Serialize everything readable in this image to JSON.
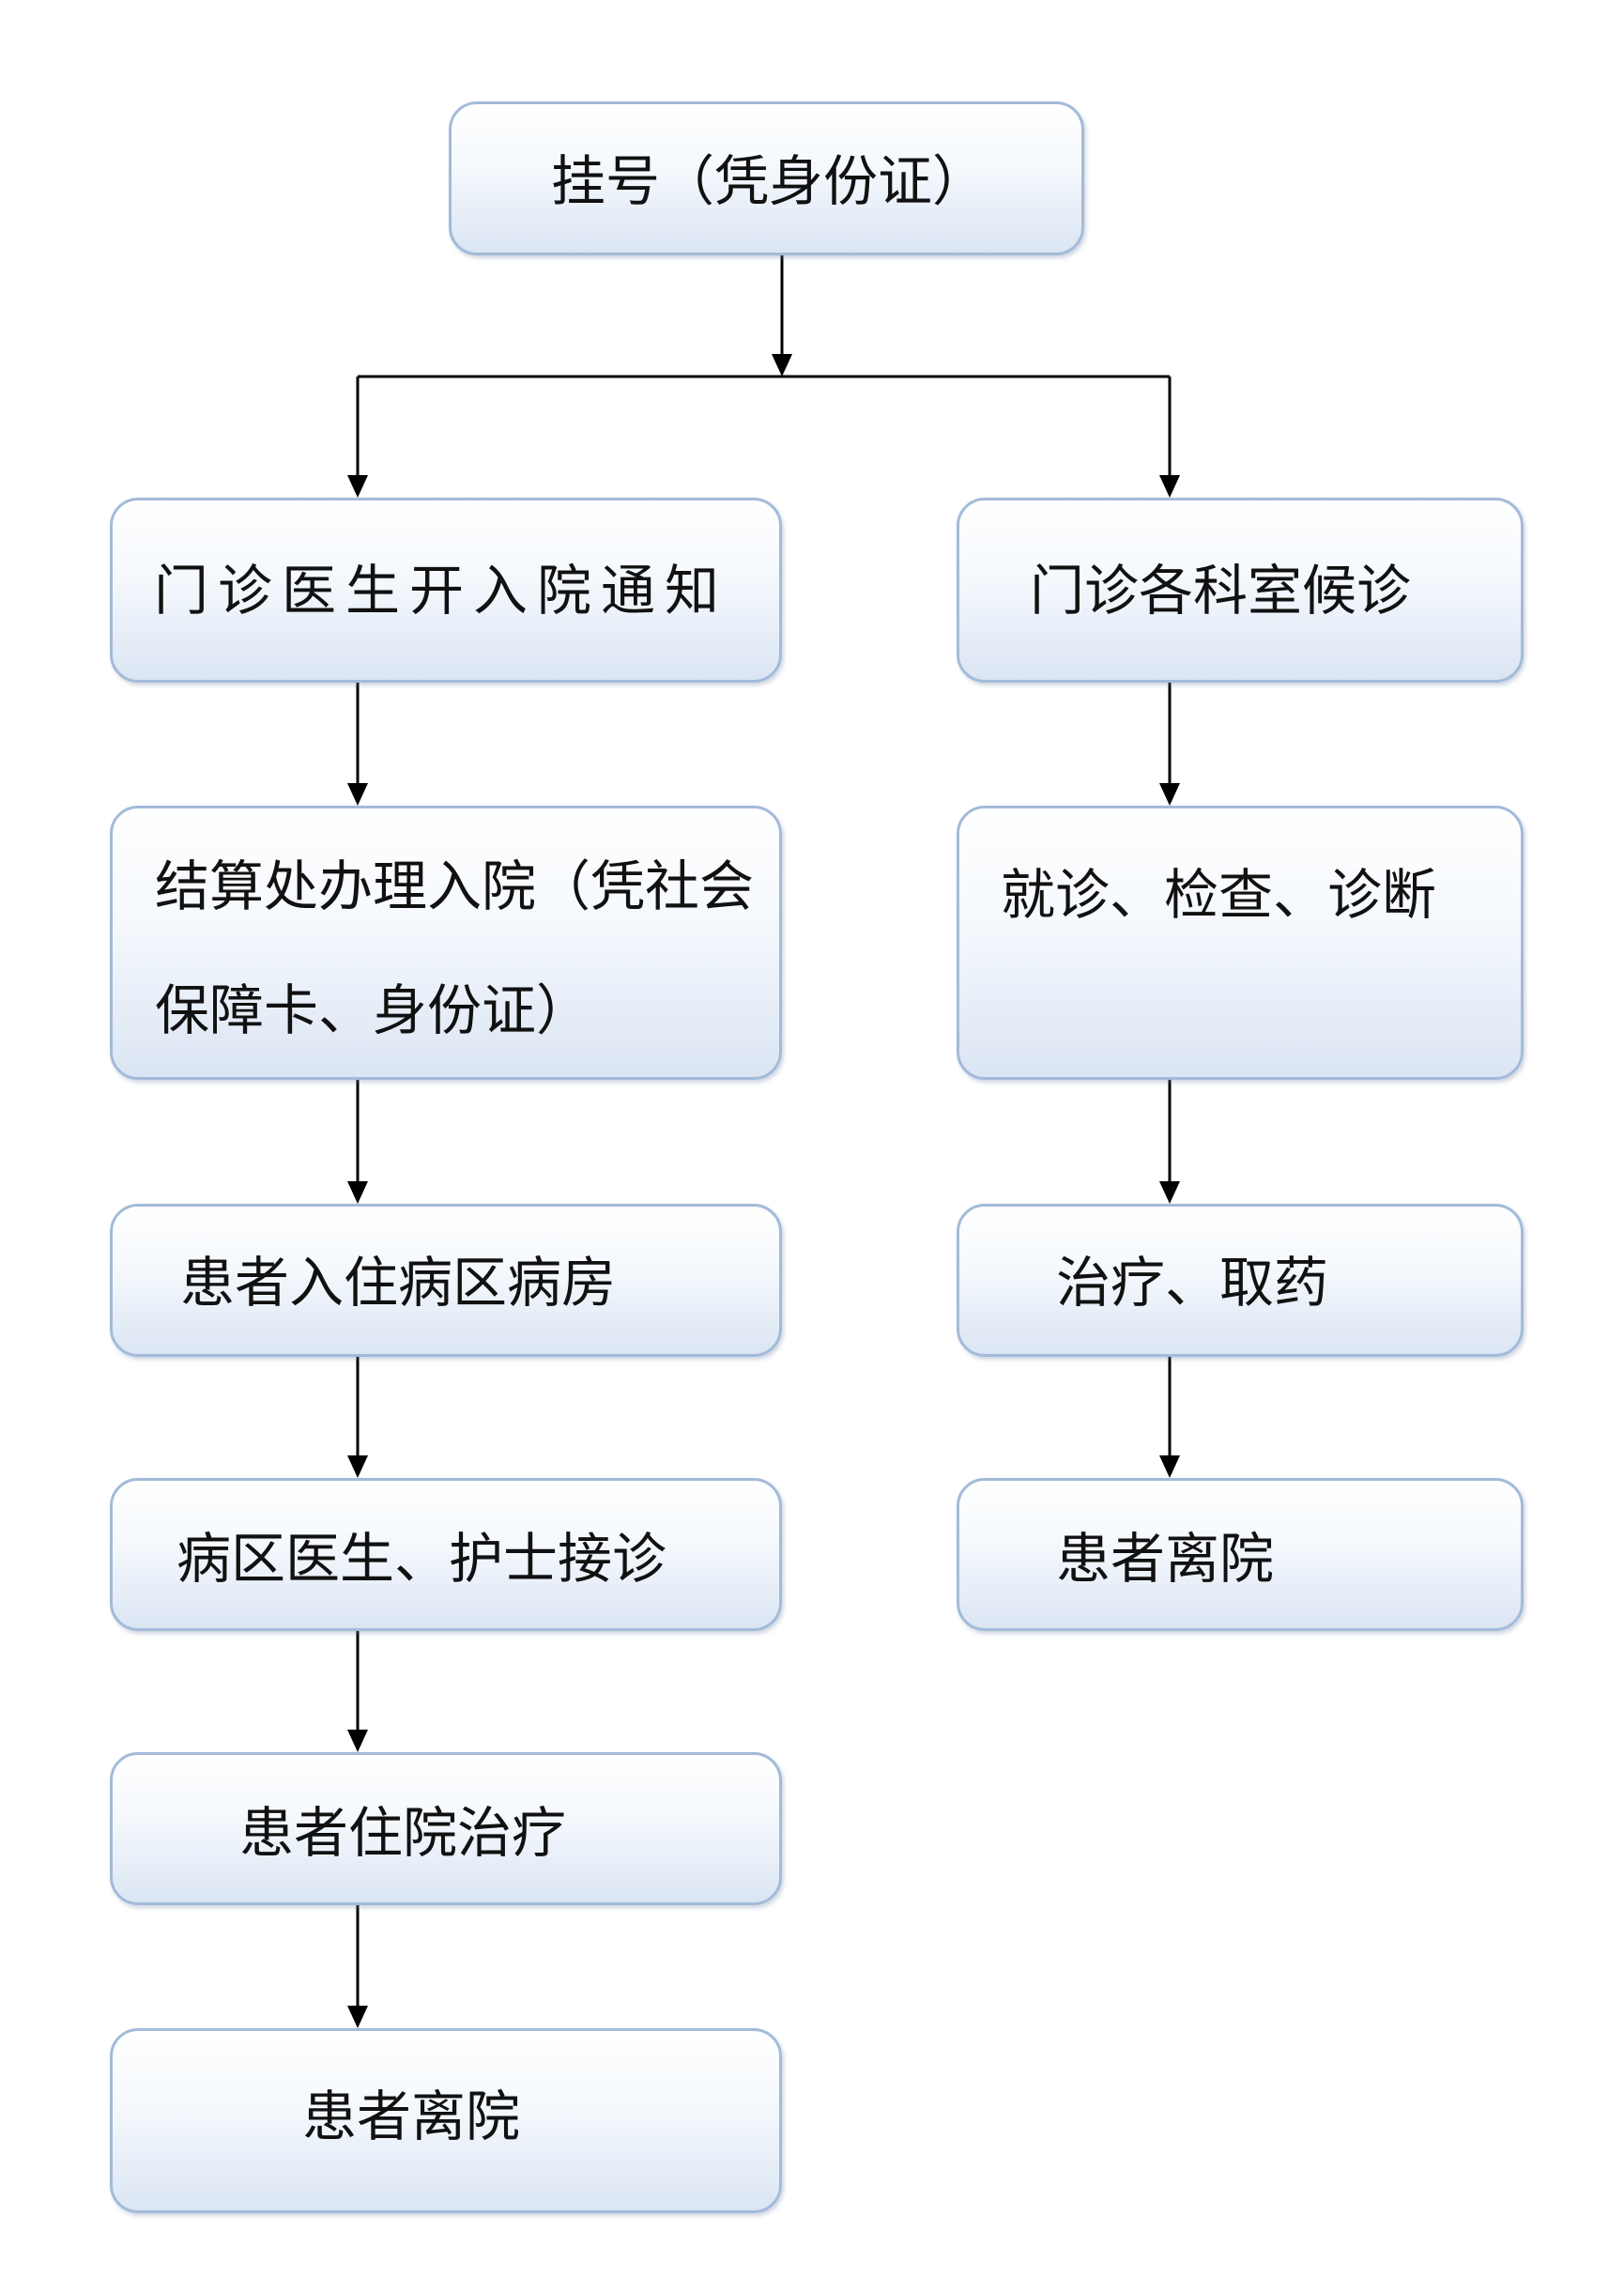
{
  "nodes": {
    "register": "挂号（凭身份证）",
    "outpatient_admission_notice": "门诊医生开入院通知",
    "department_waiting": "门诊各科室候诊",
    "billing_admission_line1": "结算处办理入院（凭社会",
    "billing_admission_line2": "保障卡、身份证）",
    "consultation_exam_diagnosis": "就诊、检查、诊断",
    "patient_ward_checkin": "患者入住病区病房",
    "treatment_medicine": "治疗、取药",
    "ward_staff_reception": "病区医生、护士接诊",
    "patient_leave_right": "患者离院",
    "inpatient_treatment": "患者住院治疗",
    "patient_leave_left": "患者离院"
  },
  "edges": [
    [
      "register",
      "outpatient_admission_notice"
    ],
    [
      "register",
      "department_waiting"
    ],
    [
      "outpatient_admission_notice",
      "billing_admission"
    ],
    [
      "billing_admission",
      "patient_ward_checkin"
    ],
    [
      "patient_ward_checkin",
      "ward_staff_reception"
    ],
    [
      "ward_staff_reception",
      "inpatient_treatment"
    ],
    [
      "inpatient_treatment",
      "patient_leave_left"
    ],
    [
      "department_waiting",
      "consultation_exam_diagnosis"
    ],
    [
      "consultation_exam_diagnosis",
      "treatment_medicine"
    ],
    [
      "treatment_medicine",
      "patient_leave_right"
    ]
  ],
  "colors": {
    "box_border": "#a3bbda",
    "box_fill_top": "#ffffff",
    "box_fill_bottom": "#dbe5f3",
    "arrow": "#000000",
    "text": "#111111"
  }
}
